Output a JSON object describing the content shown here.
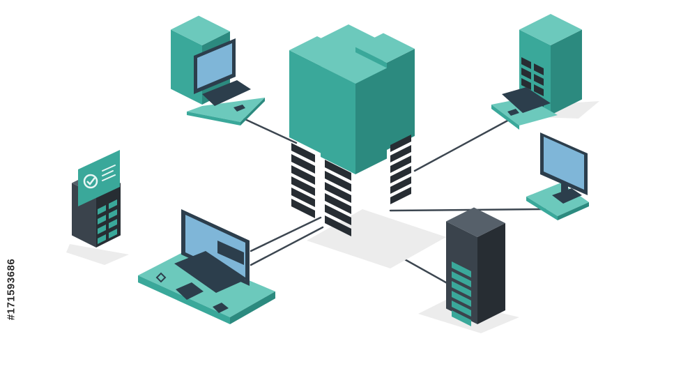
{
  "image": {
    "side_code": "#171593686"
  },
  "colors": {
    "teal_top": "#6cc9bc",
    "teal_left": "#3aa89a",
    "teal_right": "#2c8a7f",
    "dark_top": "#56606a",
    "dark_left": "#3a434c",
    "dark_right": "#272d33",
    "screen": "#7fb6d8",
    "screen_dark": "#2c3e4c",
    "link": "#3c4650",
    "shadow": "#ececec"
  },
  "diagram": {
    "hub": "server-cluster",
    "nodes": [
      {
        "id": "desktop-workstation",
        "icon": "computer-icon"
      },
      {
        "id": "tower-with-keyboard",
        "icon": "server-tower-icon"
      },
      {
        "id": "monitor-station",
        "icon": "monitor-icon"
      },
      {
        "id": "storage-rack",
        "icon": "server-rack-icon"
      },
      {
        "id": "large-workstation",
        "icon": "workstation-icon"
      },
      {
        "id": "checklist-terminal",
        "icon": "terminal-icon"
      }
    ],
    "links": [
      [
        "server-cluster",
        "desktop-workstation"
      ],
      [
        "server-cluster",
        "tower-with-keyboard"
      ],
      [
        "server-cluster",
        "monitor-station"
      ],
      [
        "server-cluster",
        "storage-rack"
      ],
      [
        "server-cluster",
        "large-workstation"
      ]
    ]
  }
}
